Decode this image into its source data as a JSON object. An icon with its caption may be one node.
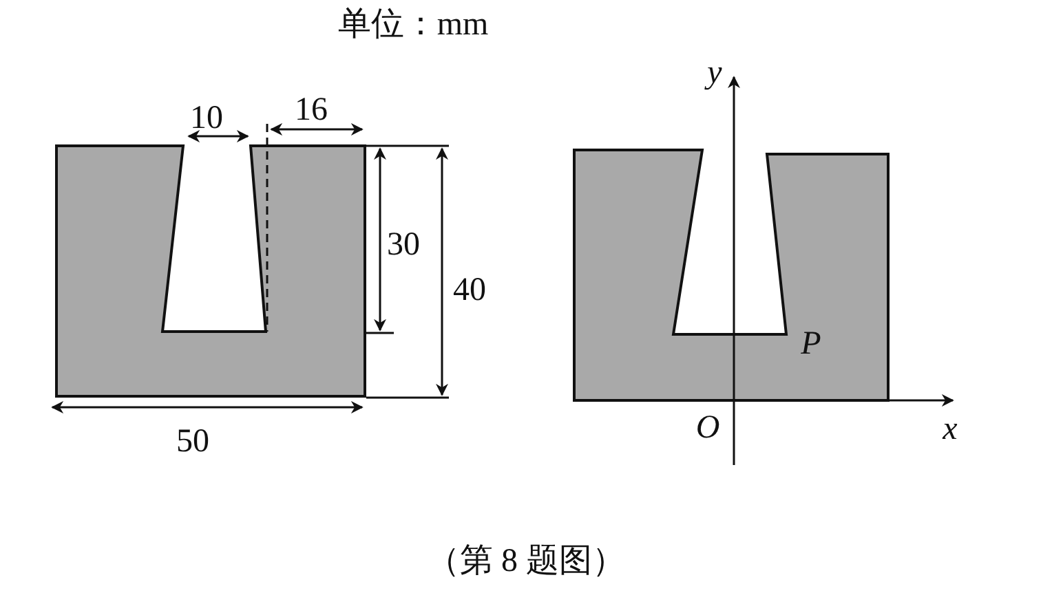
{
  "diagram": {
    "caption": "（第 8 题图）",
    "labels": [
      "单位：mm",
      "10",
      "16",
      "30",
      "40",
      "50",
      "y",
      "P",
      "O",
      "x"
    ]
  }
}
